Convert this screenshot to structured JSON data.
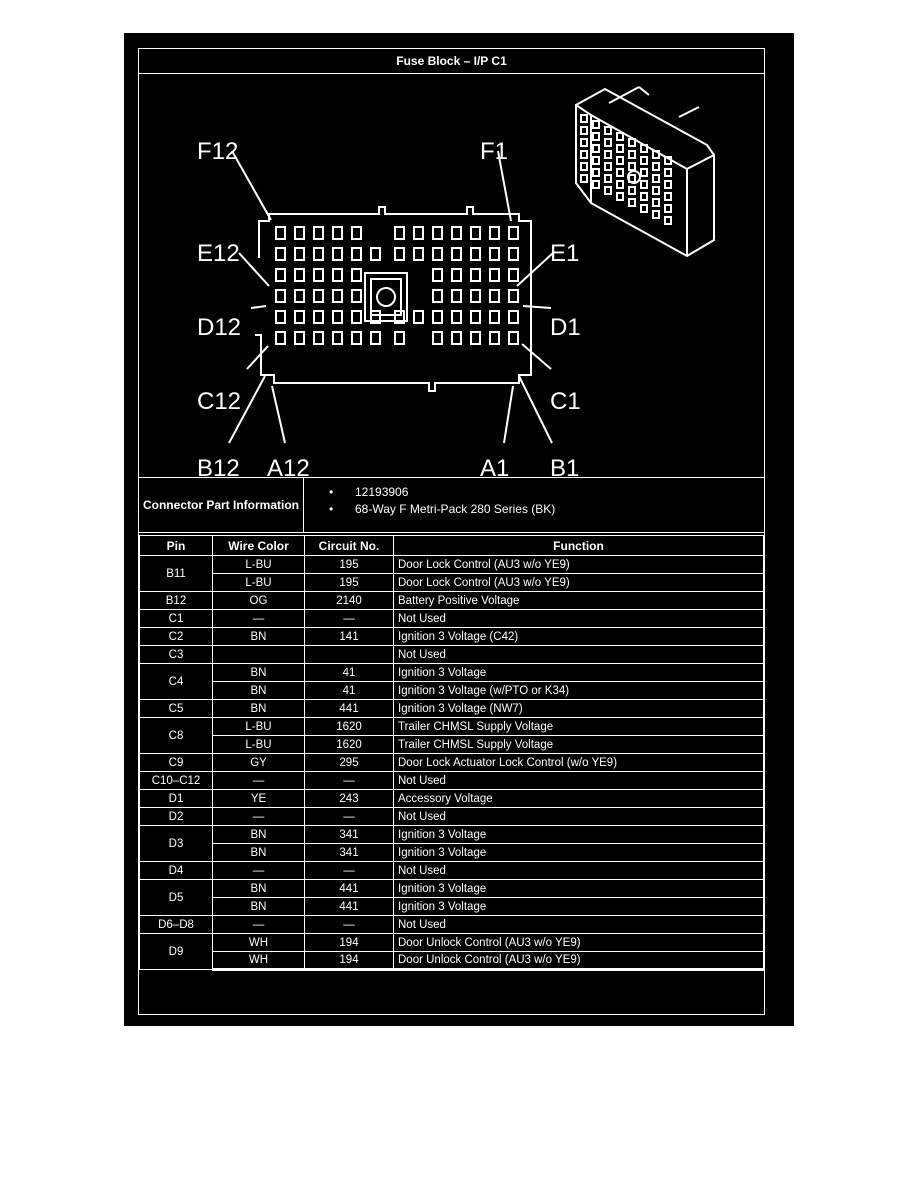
{
  "title": "Fuse Block – I/P C1",
  "diagram": {
    "callouts": [
      "F12",
      "F1",
      "E12",
      "E1",
      "D12",
      "D1",
      "C12",
      "C1",
      "B12",
      "A12",
      "A1",
      "B1"
    ]
  },
  "connector_info": {
    "label": "Connector Part Information",
    "items": [
      "12193906",
      "68-Way F Metri-Pack 280 Series (BK)"
    ]
  },
  "pin_table": {
    "headers": [
      "Pin",
      "Wire Color",
      "Circuit No.",
      "Function"
    ],
    "groups": [
      {
        "pin": "B11",
        "rows": [
          {
            "color": "L-BU",
            "circuit": "195",
            "function": "Door Lock Control (AU3 w/o YE9)"
          },
          {
            "color": "L-BU",
            "circuit": "195",
            "function": "Door Lock Control (AU3 w/o YE9)"
          }
        ]
      },
      {
        "pin": "B12",
        "rows": [
          {
            "color": "OG",
            "circuit": "2140",
            "function": "Battery Positive Voltage"
          }
        ]
      },
      {
        "pin": "C1",
        "rows": [
          {
            "color": "—",
            "circuit": "—",
            "function": "Not Used"
          }
        ]
      },
      {
        "pin": "C2",
        "rows": [
          {
            "color": "BN",
            "circuit": "141",
            "function": "Ignition 3 Voltage (C42)"
          }
        ]
      },
      {
        "pin": "C3",
        "rows": [
          {
            "color": "",
            "circuit": "",
            "function": "Not Used"
          }
        ]
      },
      {
        "pin": "C4",
        "rows": [
          {
            "color": "BN",
            "circuit": "41",
            "function": "Ignition 3 Voltage"
          },
          {
            "color": "BN",
            "circuit": "41",
            "function": "Ignition 3 Voltage (w/PTO or K34)"
          }
        ]
      },
      {
        "pin": "C5",
        "rows": [
          {
            "color": "BN",
            "circuit": "441",
            "function": "Ignition 3 Voltage (NW7)"
          }
        ]
      },
      {
        "pin": "C8",
        "rows": [
          {
            "color": "L-BU",
            "circuit": "1620",
            "function": "Trailer CHMSL Supply Voltage"
          },
          {
            "color": "L-BU",
            "circuit": "1620",
            "function": "Trailer CHMSL Supply Voltage"
          }
        ]
      },
      {
        "pin": "C9",
        "rows": [
          {
            "color": "GY",
            "circuit": "295",
            "function": "Door Lock Actuator Lock Control (w/o YE9)"
          }
        ]
      },
      {
        "pin": "C10–C12",
        "rows": [
          {
            "color": "—",
            "circuit": "—",
            "function": "Not Used"
          }
        ]
      },
      {
        "pin": "D1",
        "rows": [
          {
            "color": "YE",
            "circuit": "243",
            "function": "Accessory Voltage"
          }
        ]
      },
      {
        "pin": "D2",
        "rows": [
          {
            "color": "—",
            "circuit": "—",
            "function": "Not Used"
          }
        ]
      },
      {
        "pin": "D3",
        "rows": [
          {
            "color": "BN",
            "circuit": "341",
            "function": "Ignition 3 Voltage"
          },
          {
            "color": "BN",
            "circuit": "341",
            "function": "Ignition 3 Voltage"
          }
        ]
      },
      {
        "pin": "D4",
        "rows": [
          {
            "color": "—",
            "circuit": "—",
            "function": "Not Used"
          }
        ]
      },
      {
        "pin": "D5",
        "rows": [
          {
            "color": "BN",
            "circuit": "441",
            "function": "Ignition 3 Voltage"
          },
          {
            "color": "BN",
            "circuit": "441",
            "function": "Ignition 3 Voltage"
          }
        ]
      },
      {
        "pin": "D6–D8",
        "rows": [
          {
            "color": "—",
            "circuit": "—",
            "function": "Not Used"
          }
        ]
      },
      {
        "pin": "D9",
        "rows": [
          {
            "color": "WH",
            "circuit": "194",
            "function": "Door Unlock Control (AU3 w/o YE9)"
          },
          {
            "color": "WH",
            "circuit": "194",
            "function": "Door Unlock Control (AU3 w/o YE9)"
          }
        ]
      }
    ]
  }
}
